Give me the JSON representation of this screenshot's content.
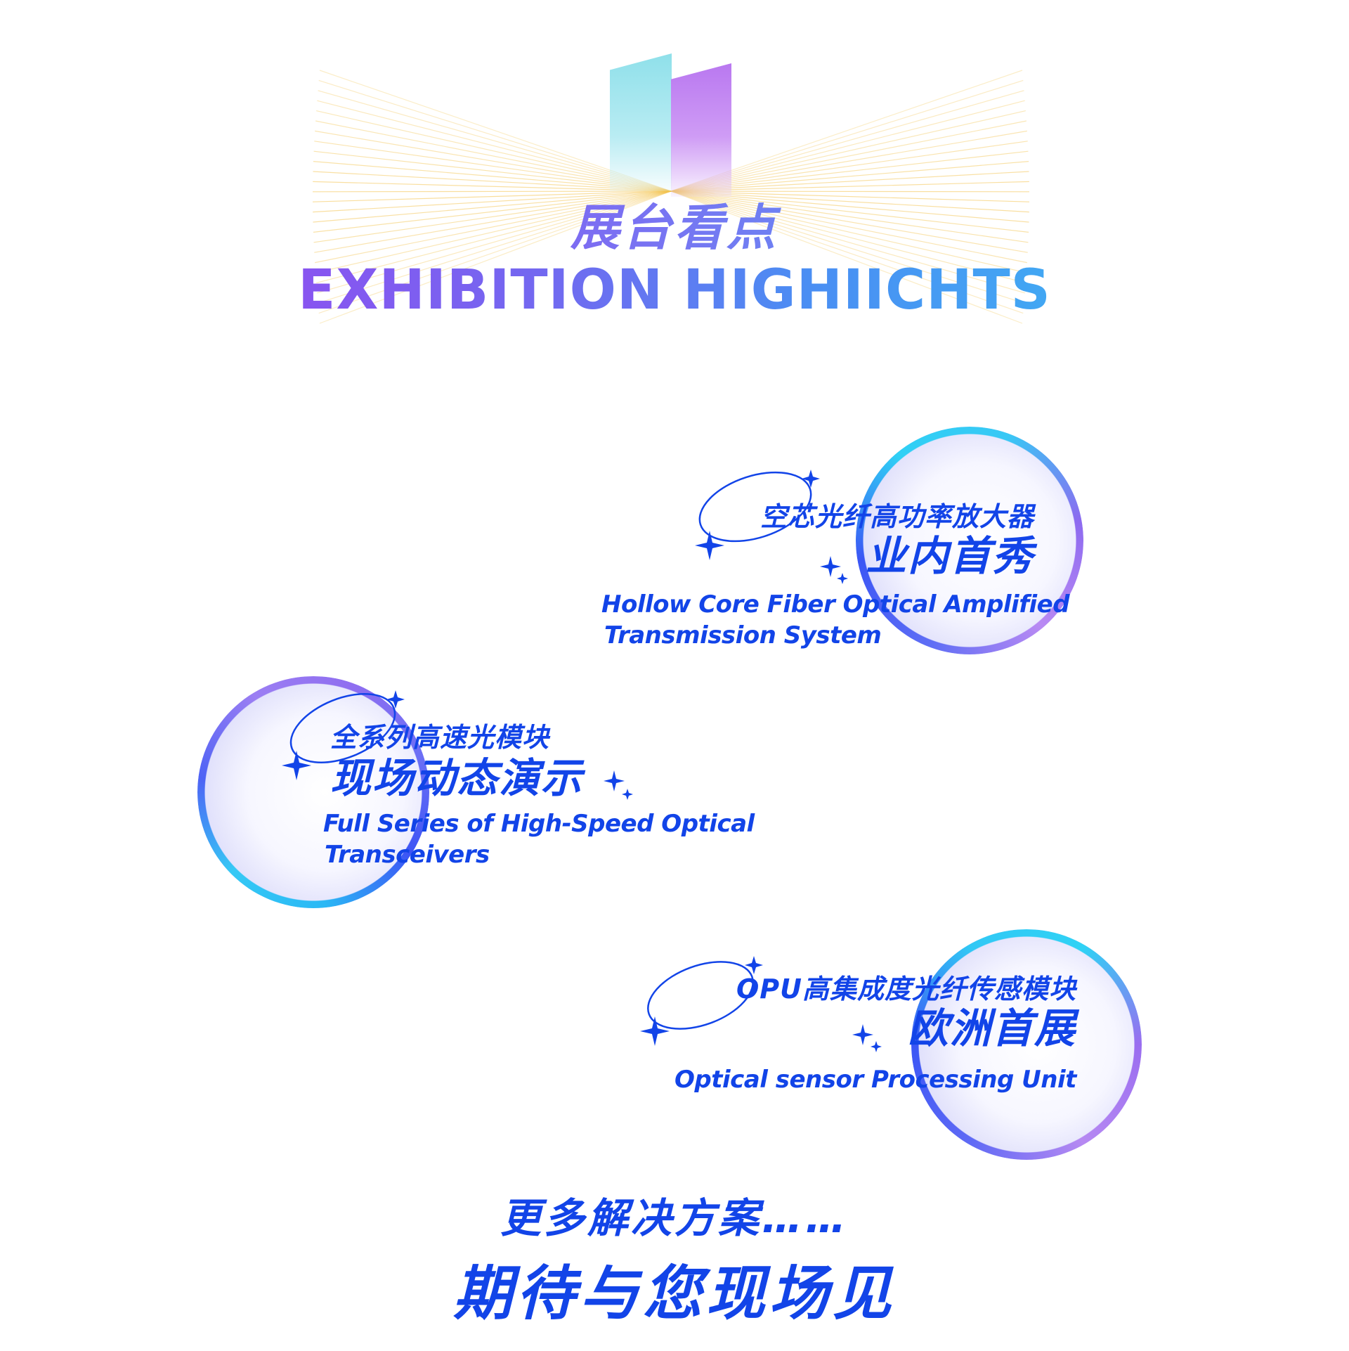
{
  "header": {
    "title_cn": "展台看点",
    "title_en": "EXHIBITION HIGHIICHTS"
  },
  "highlights": [
    {
      "subtitle_cn": "空芯光纤高功率放大器",
      "headline_cn": "业内首秀",
      "desc_en_line1": "Hollow Core Fiber Optical Amplified",
      "desc_en_line2": "Transmission System"
    },
    {
      "subtitle_cn": "全系列高速光模块",
      "headline_cn": "现场动态演示",
      "desc_en_line1": "Full Series of High-Speed Optical",
      "desc_en_line2": "Transceivers"
    },
    {
      "subtitle_cn": "OPU高集成度光纤传感模块",
      "headline_cn": "欧洲首展",
      "desc_en_line1": "Optical sensor Processing Unit"
    }
  ],
  "footer": {
    "line1": "更多解决方案……",
    "line2": "期待与您现场见"
  },
  "colors": {
    "text_blue": "#1244e8",
    "gradient_purple": "#9a3cf0",
    "gradient_cyan": "#37c6f3",
    "ray_gold": "#f3c24a"
  },
  "icons": [
    "sparkle-star-icon",
    "orbit-ellipse-icon",
    "light-rays-icon",
    "bubble-sphere-icon"
  ]
}
